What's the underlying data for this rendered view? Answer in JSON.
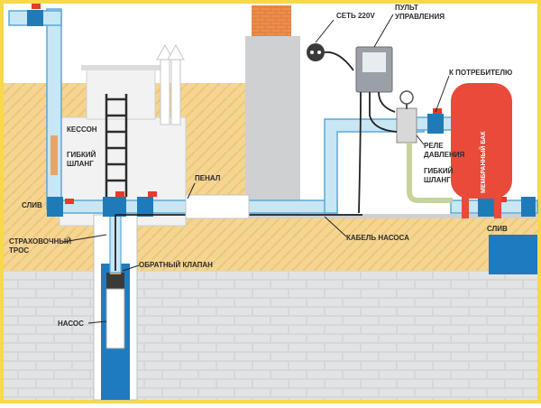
{
  "labels": {
    "network": "СЕТЬ 220V",
    "control_panel_1": "ПУЛЬТ",
    "control_panel_2": "УПРАВЛЕНИЯ",
    "to_consumer": "К ПОТРЕБИТЕЛЮ",
    "caisson": "КЕССОН",
    "flex_hose_1": "ГИБКИЙ",
    "flex_hose_2": "ШЛАНГ",
    "drain_left": "СЛИВ",
    "casing": "ПЕНАЛ",
    "pressure_relay_1": "РЕЛЕ",
    "pressure_relay_2": "ДАВЛЕНИЯ",
    "flex_hose_right_1": "ГИБКИЙ",
    "flex_hose_right_2": "ШЛАНГ",
    "membrane_tank": "МЕМБРАННЫЙ БАК",
    "safety_rope_1": "СТРАХОВОЧНЫЙ",
    "safety_rope_2": "ТРОС",
    "pump_cable": "КАБЕЛЬ НАСОСА",
    "drain_right": "СЛИВ",
    "check_valve": "ОБРАТНЫЙ КЛАПАН",
    "pump": "НАСОС"
  },
  "colors": {
    "frame": "#f7d94a",
    "soil": "#f4d38d",
    "brick": "#d5d6d8",
    "pipe": "#c9e6f4",
    "pipe_edge": "#5ba9d6",
    "valve": "#1f7bb8",
    "handle": "#e63a2a",
    "tank": "#e94a3a",
    "water": "#1f7bbf",
    "building": "#cfd0d2"
  }
}
